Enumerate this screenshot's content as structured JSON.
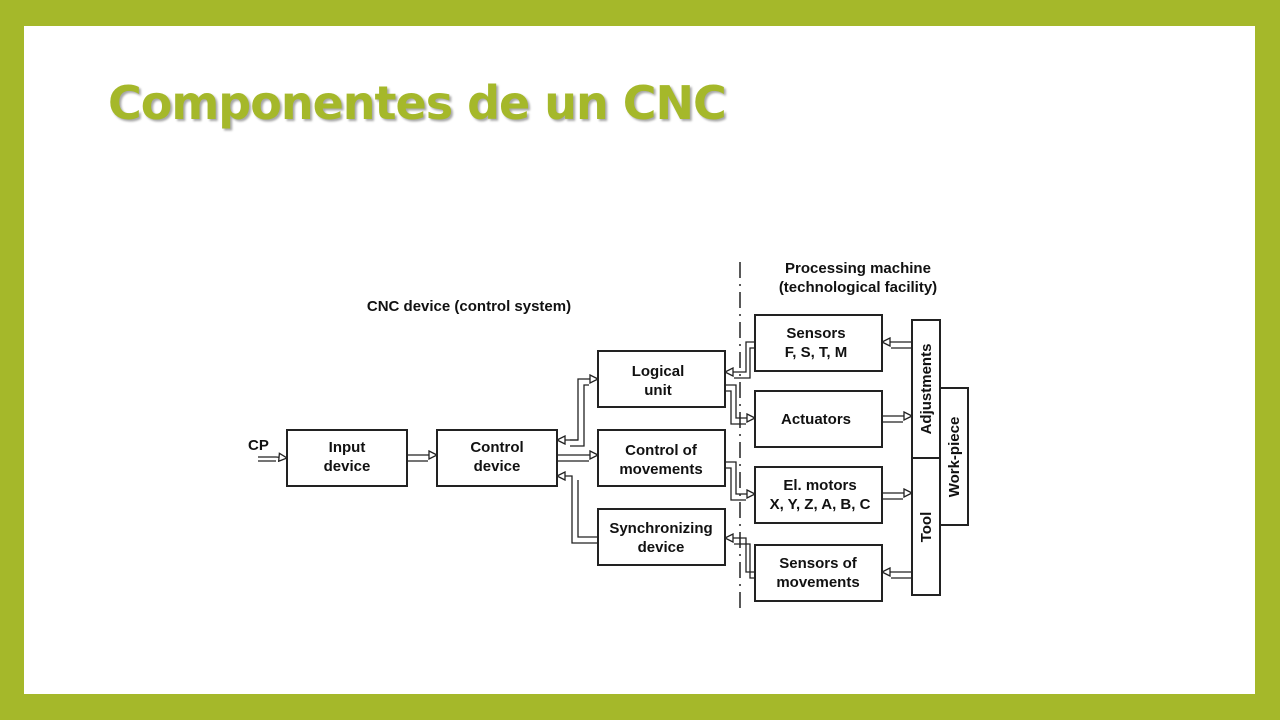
{
  "slide": {
    "title": "Componentes de un CNC"
  },
  "colors": {
    "frame": "#a5b82a",
    "title": "#a5b82a",
    "background": "#ffffff",
    "lines": "#222222"
  },
  "diagram": {
    "cnc_region_label": "CNC device (control system)",
    "machine_region_label_line1": "Processing machine",
    "machine_region_label_line2": "(technological facility)",
    "cp_label": "CP",
    "blocks": {
      "input_device": [
        "Input",
        "device"
      ],
      "control_device": [
        "Control",
        "device"
      ],
      "logical_unit": [
        "Logical",
        "unit"
      ],
      "control_of_movements": [
        "Control of",
        "movements"
      ],
      "synchronizing_device": [
        "Synchronizing",
        "device"
      ],
      "sensors_fstm": [
        "Sensors",
        "F, S, T, M"
      ],
      "actuators": [
        "Actuators"
      ],
      "el_motors": [
        "El. motors",
        "X, Y, Z, A, B, C"
      ],
      "sensors_of_movements": [
        "Sensors of",
        "movements"
      ],
      "adjustments": "Adjustments",
      "tool": "Tool",
      "work_piece": "Work-piece"
    }
  }
}
